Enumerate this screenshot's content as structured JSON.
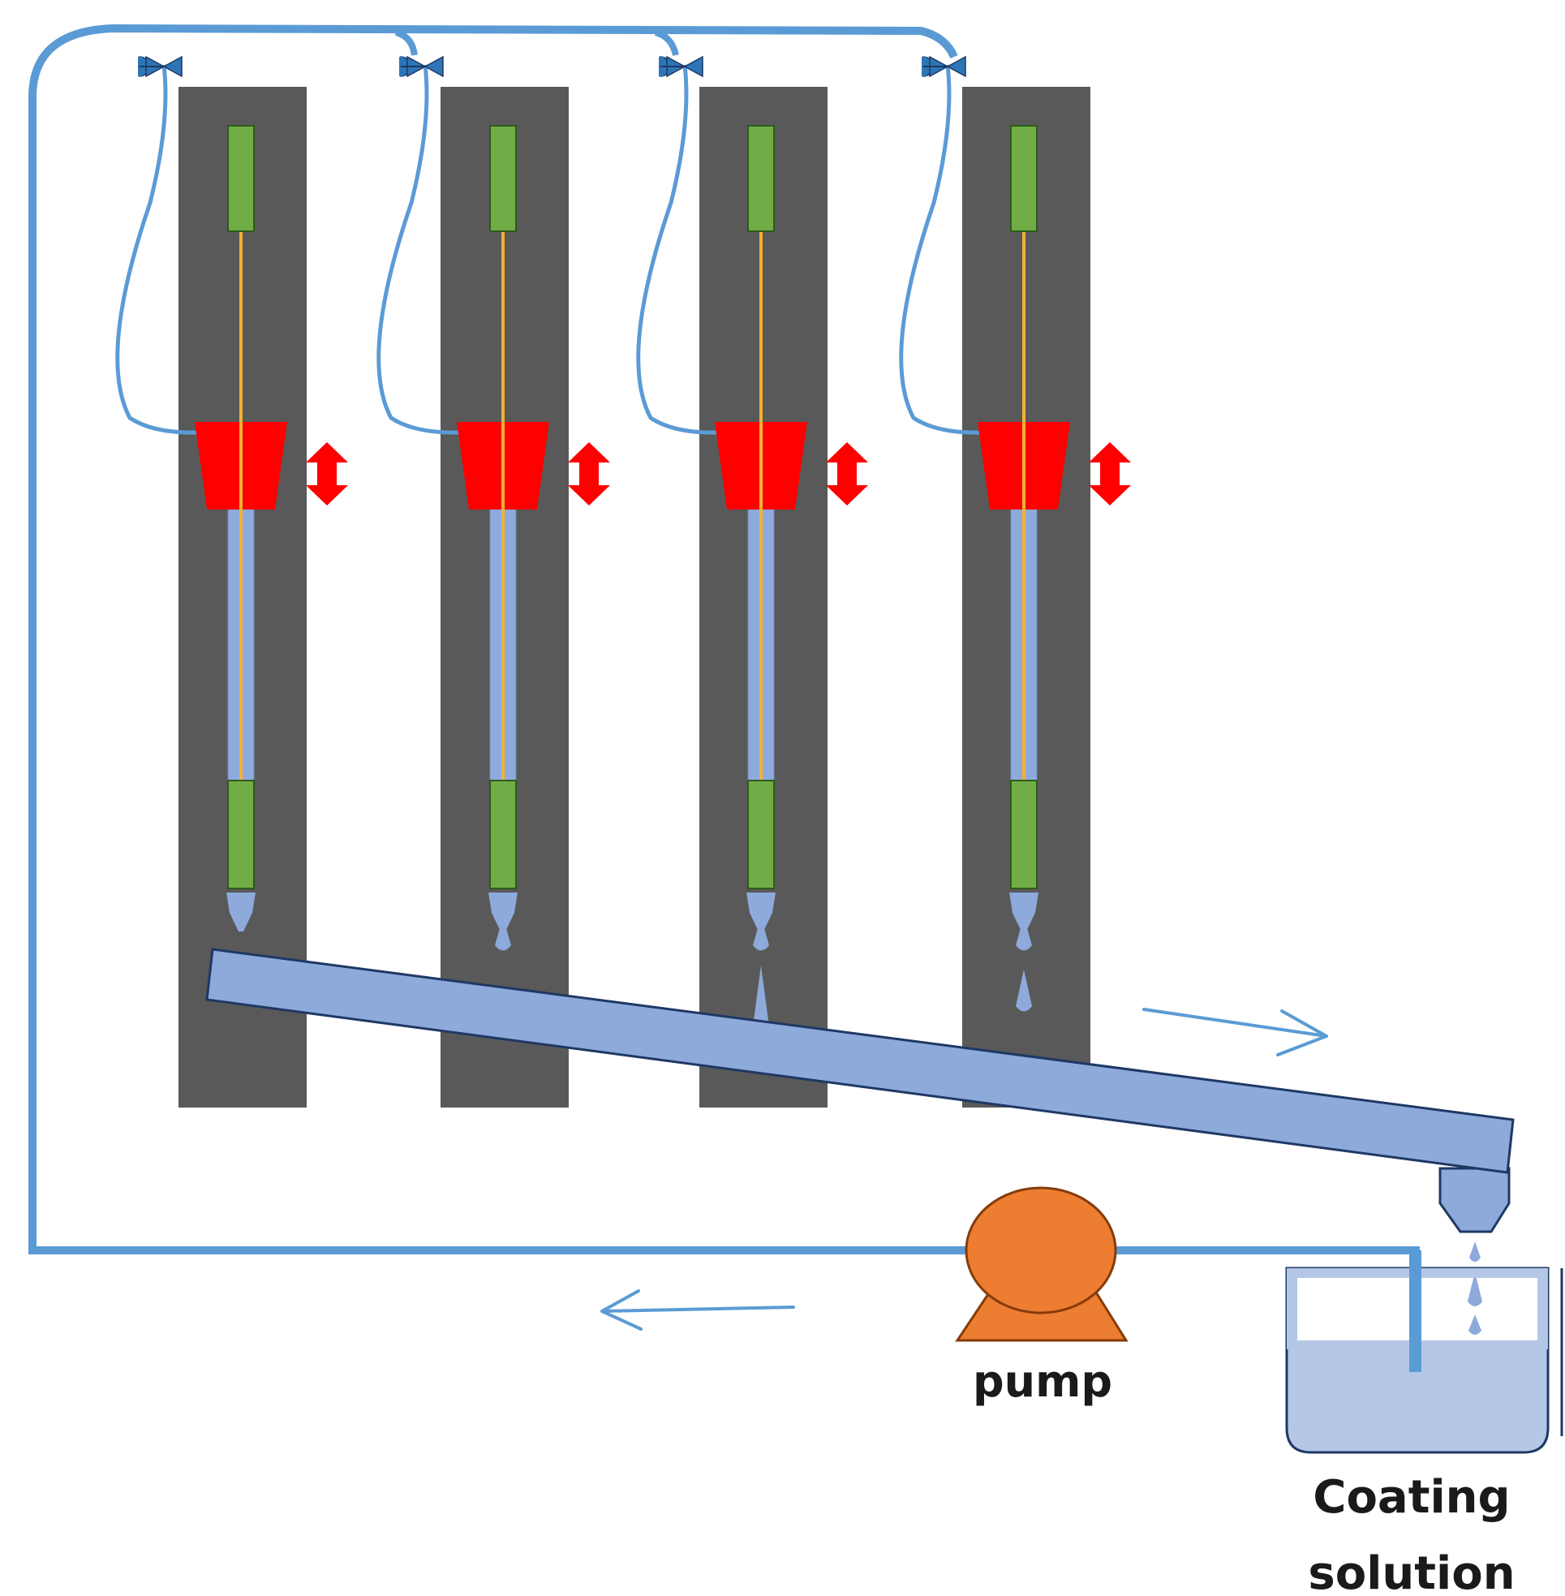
{
  "labels": {
    "pump": "pump",
    "reservoir_line1": "Coating",
    "reservoir_line2": "solution"
  },
  "station_count": 4,
  "colors": {
    "column": "#595959",
    "tubing": "#5b9bd5",
    "fiber": "#f2b134",
    "holder": "#70ad47",
    "holder_border": "#2f5a1c",
    "applicator": "#ff0000",
    "solution": "#8eaadb",
    "solution_light": "#b4c7e7",
    "trough_border": "#1f3864",
    "pump": "#ed7d31",
    "pump_border": "#843c0c",
    "valve": "#2e75b6"
  },
  "icons": {
    "valve": "valve-icon",
    "move": "double-arrow-icon",
    "flow": "arrow-icon"
  }
}
